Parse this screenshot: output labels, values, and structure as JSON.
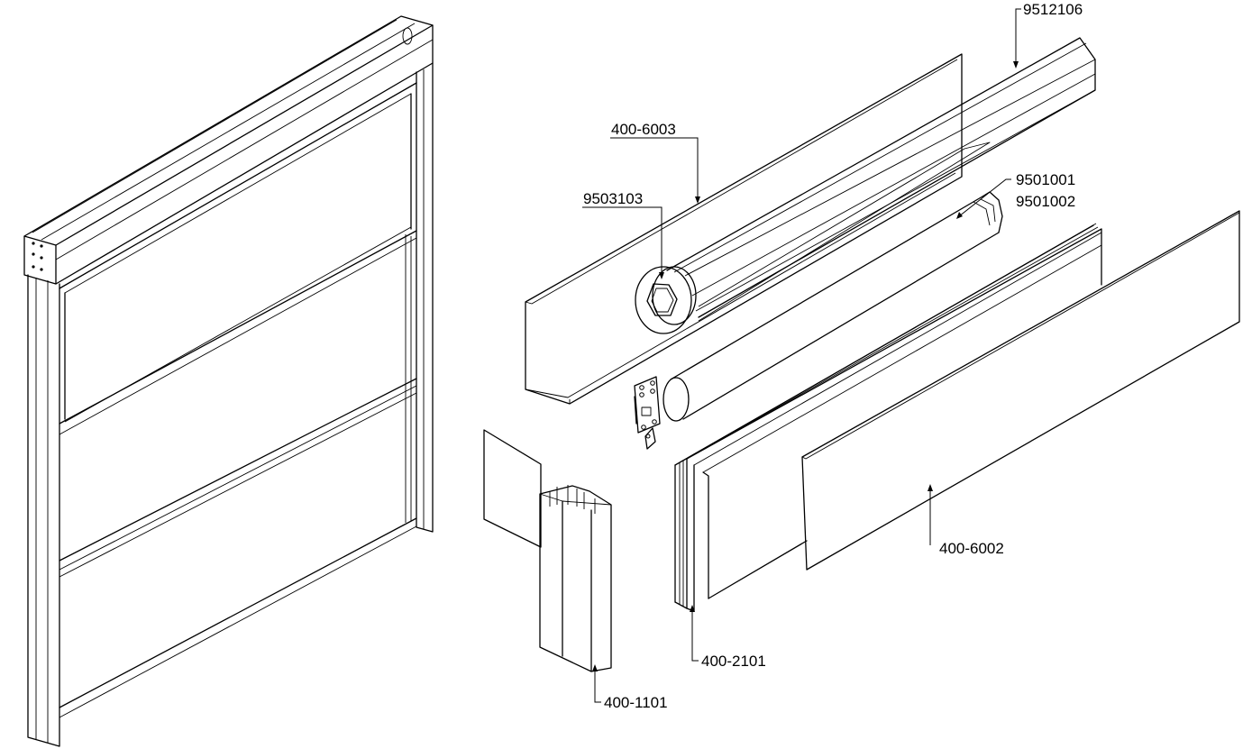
{
  "labels": {
    "top_tube": "9512106",
    "cassette": "400-6003",
    "end_cap": "9503103",
    "roller_a": "9501001",
    "roller_b": "9501002",
    "front_panel": "400-6002",
    "frame_profile": "400-2101",
    "side_rail": "400-1101"
  }
}
